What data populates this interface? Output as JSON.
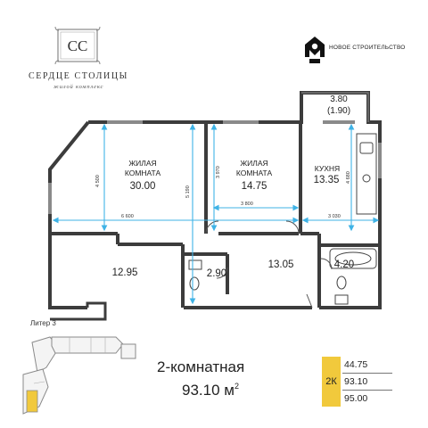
{
  "brand": {
    "monogram": "CC",
    "name": "СЕРДЦЕ СТОЛИЦЫ",
    "subtitle": "жилой комплекс"
  },
  "developer": {
    "name": "НОВОЕ СТРОИТЕЛЬСТВО",
    "icon": "house-shield-icon"
  },
  "plan": {
    "rooms": [
      {
        "id": "living-1",
        "label_1": "ЖИЛАЯ",
        "label_2": "КОМНАТА",
        "area": "30.00"
      },
      {
        "id": "living-2",
        "label_1": "ЖИЛАЯ",
        "label_2": "КОМНАТА",
        "area": "14.75"
      },
      {
        "id": "kitchen",
        "label_1": "КУХНЯ",
        "area": "13.35"
      },
      {
        "id": "balcony",
        "area": "3.80",
        "area_reduced": "(1.90)"
      },
      {
        "id": "hall-left",
        "area": "12.95"
      },
      {
        "id": "bath-small",
        "area": "2.90"
      },
      {
        "id": "corridor",
        "area": "13.05"
      },
      {
        "id": "bath-large",
        "area": "4.20"
      }
    ],
    "dimensions": {
      "d1": "4 500",
      "d2": "6 600",
      "d3": "5 190",
      "d4": "3 970",
      "d5": "3 800",
      "d6": "4 680",
      "d7": "3 030"
    }
  },
  "liter": "Литер 3",
  "apartment": {
    "type": "2-комнатная",
    "area": "93.10 м",
    "area_unit_sup": "2",
    "rooms_code": "2К",
    "living_area": "44.75",
    "total_area": "93.10",
    "area_with_balcony": "95.00"
  },
  "colors": {
    "wall": "#3c3c3c",
    "wall_light": "#9a9a9a",
    "dimension_line": "#3fb3e6",
    "badge": "#f1c93c"
  }
}
